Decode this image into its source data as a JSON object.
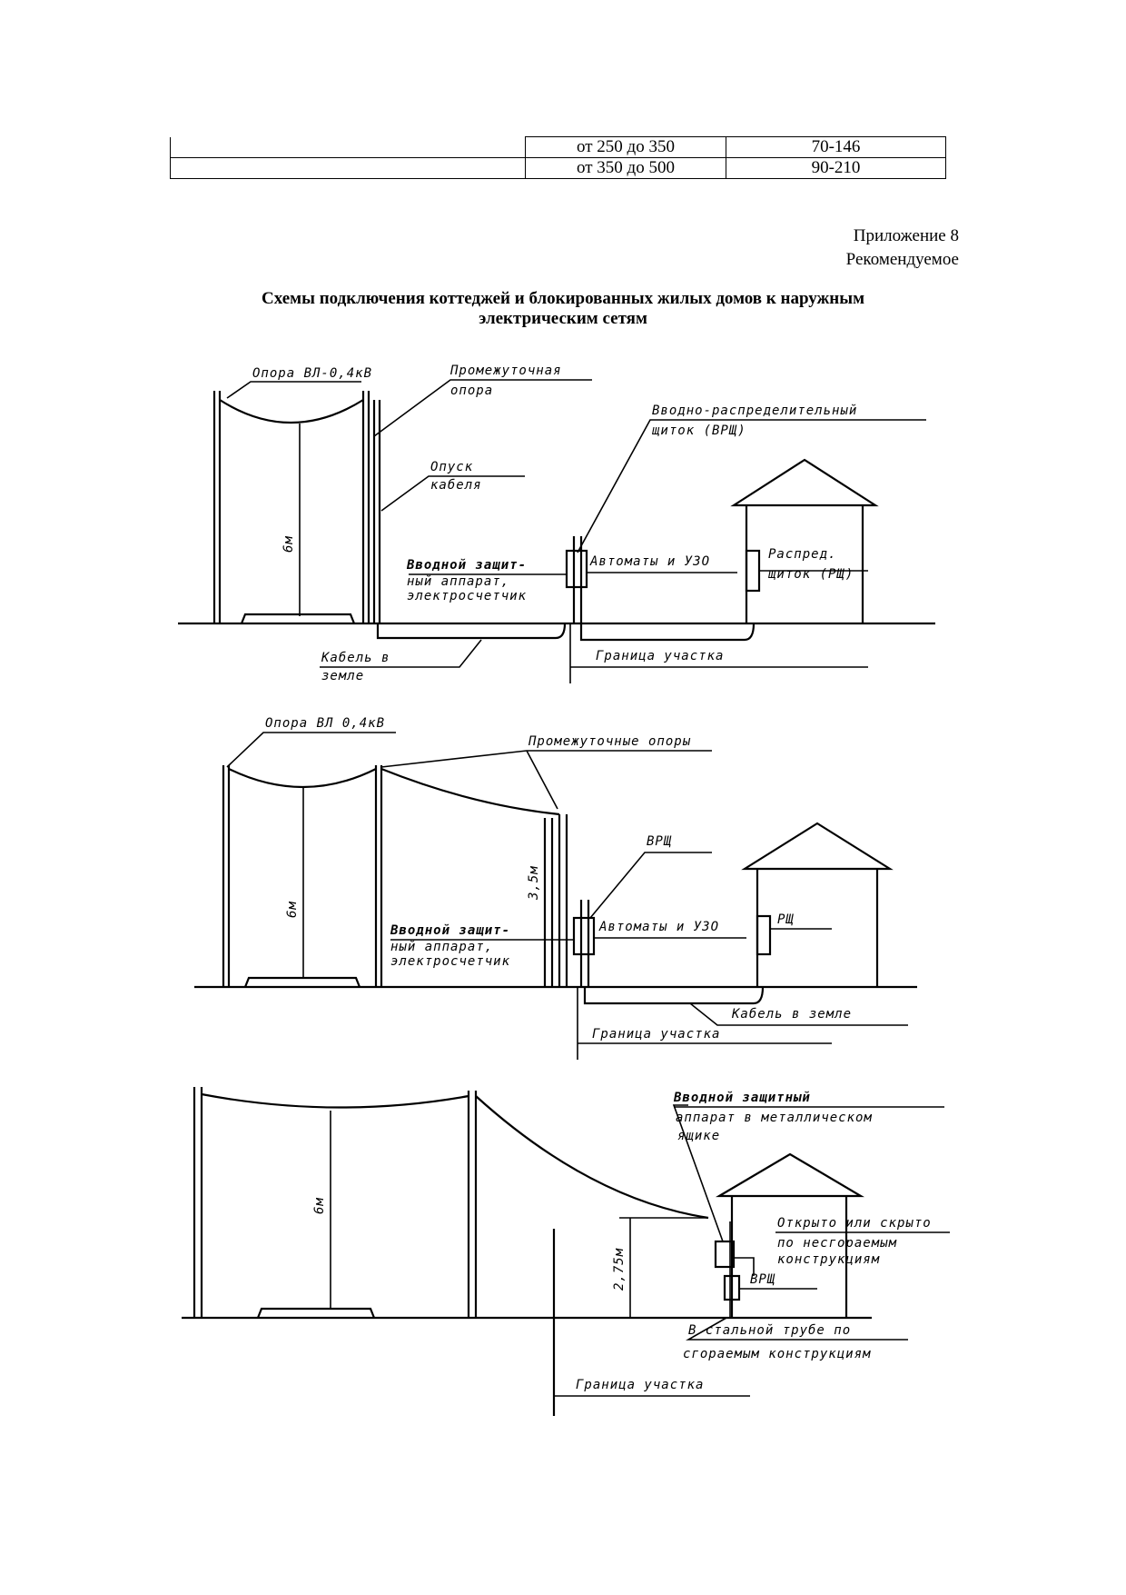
{
  "table": {
    "rows": [
      [
        "",
        "от 250 до 350",
        "70-146"
      ],
      [
        "",
        "от 350 до 500",
        "90-210"
      ]
    ]
  },
  "appendix": {
    "number": "Приложение 8",
    "status": "Рекомендуемое"
  },
  "title": {
    "line1": "Схемы подключения коттеджей и блокированных жилых домов к наружным",
    "line2": "электрическим сетям"
  },
  "scheme1": {
    "pole_label": "Опора ВЛ-0,4кВ",
    "intermediate_pole_label_1": "Промежуточная",
    "intermediate_pole_label_2": "опора",
    "cable_drop_label_1": "Опуск",
    "cable_drop_label_2": "кабеля",
    "vrsh_label_1": "Вводно-распределительный",
    "vrsh_label_2": "щиток (ВРЩ)",
    "input_device_label_1": "Вводной защит-",
    "input_device_label_2": "ный аппарат,",
    "input_device_label_3": "электросчетчик",
    "breakers_label": "Автоматы и УЗО",
    "distribution_label_1": "Распред.",
    "distribution_label_2": "щиток (РЩ)",
    "cable_ground_label_1": "Кабель в",
    "cable_ground_label_2": "земле",
    "boundary_label": "Граница участка",
    "height_label": "6м"
  },
  "scheme2": {
    "pole_label": "Опора ВЛ 0,4кВ",
    "intermediate_label": "Промежуточные опоры",
    "vrsh_label": "ВРЩ",
    "input_device_label_1": "Вводной защит-",
    "input_device_label_2": "ный аппарат,",
    "input_device_label_3": "электросчетчик",
    "breakers_label": "Автоматы и УЗО",
    "rsh_label": "РЩ",
    "cable_ground_label": "Кабель в земле",
    "boundary_label": "Граница участка",
    "height_label": "6м",
    "height2_label": "3,5м"
  },
  "scheme3": {
    "input_device_label_1": "Вводной защитный",
    "input_device_label_2": "аппарат в металлическом",
    "input_device_label_3": "ящике",
    "wiring_label_1": "Открыто или скрыто",
    "wiring_label_2": "по несгораемым",
    "wiring_label_3": "конструкциям",
    "vrsh_label": "ВРЩ",
    "pipe_label_1": "В стальной трубе по",
    "pipe_label_2": "сгораемым конструкциям",
    "boundary_label": "Граница участка",
    "height_label": "6м",
    "height2_label": "2,75м"
  }
}
